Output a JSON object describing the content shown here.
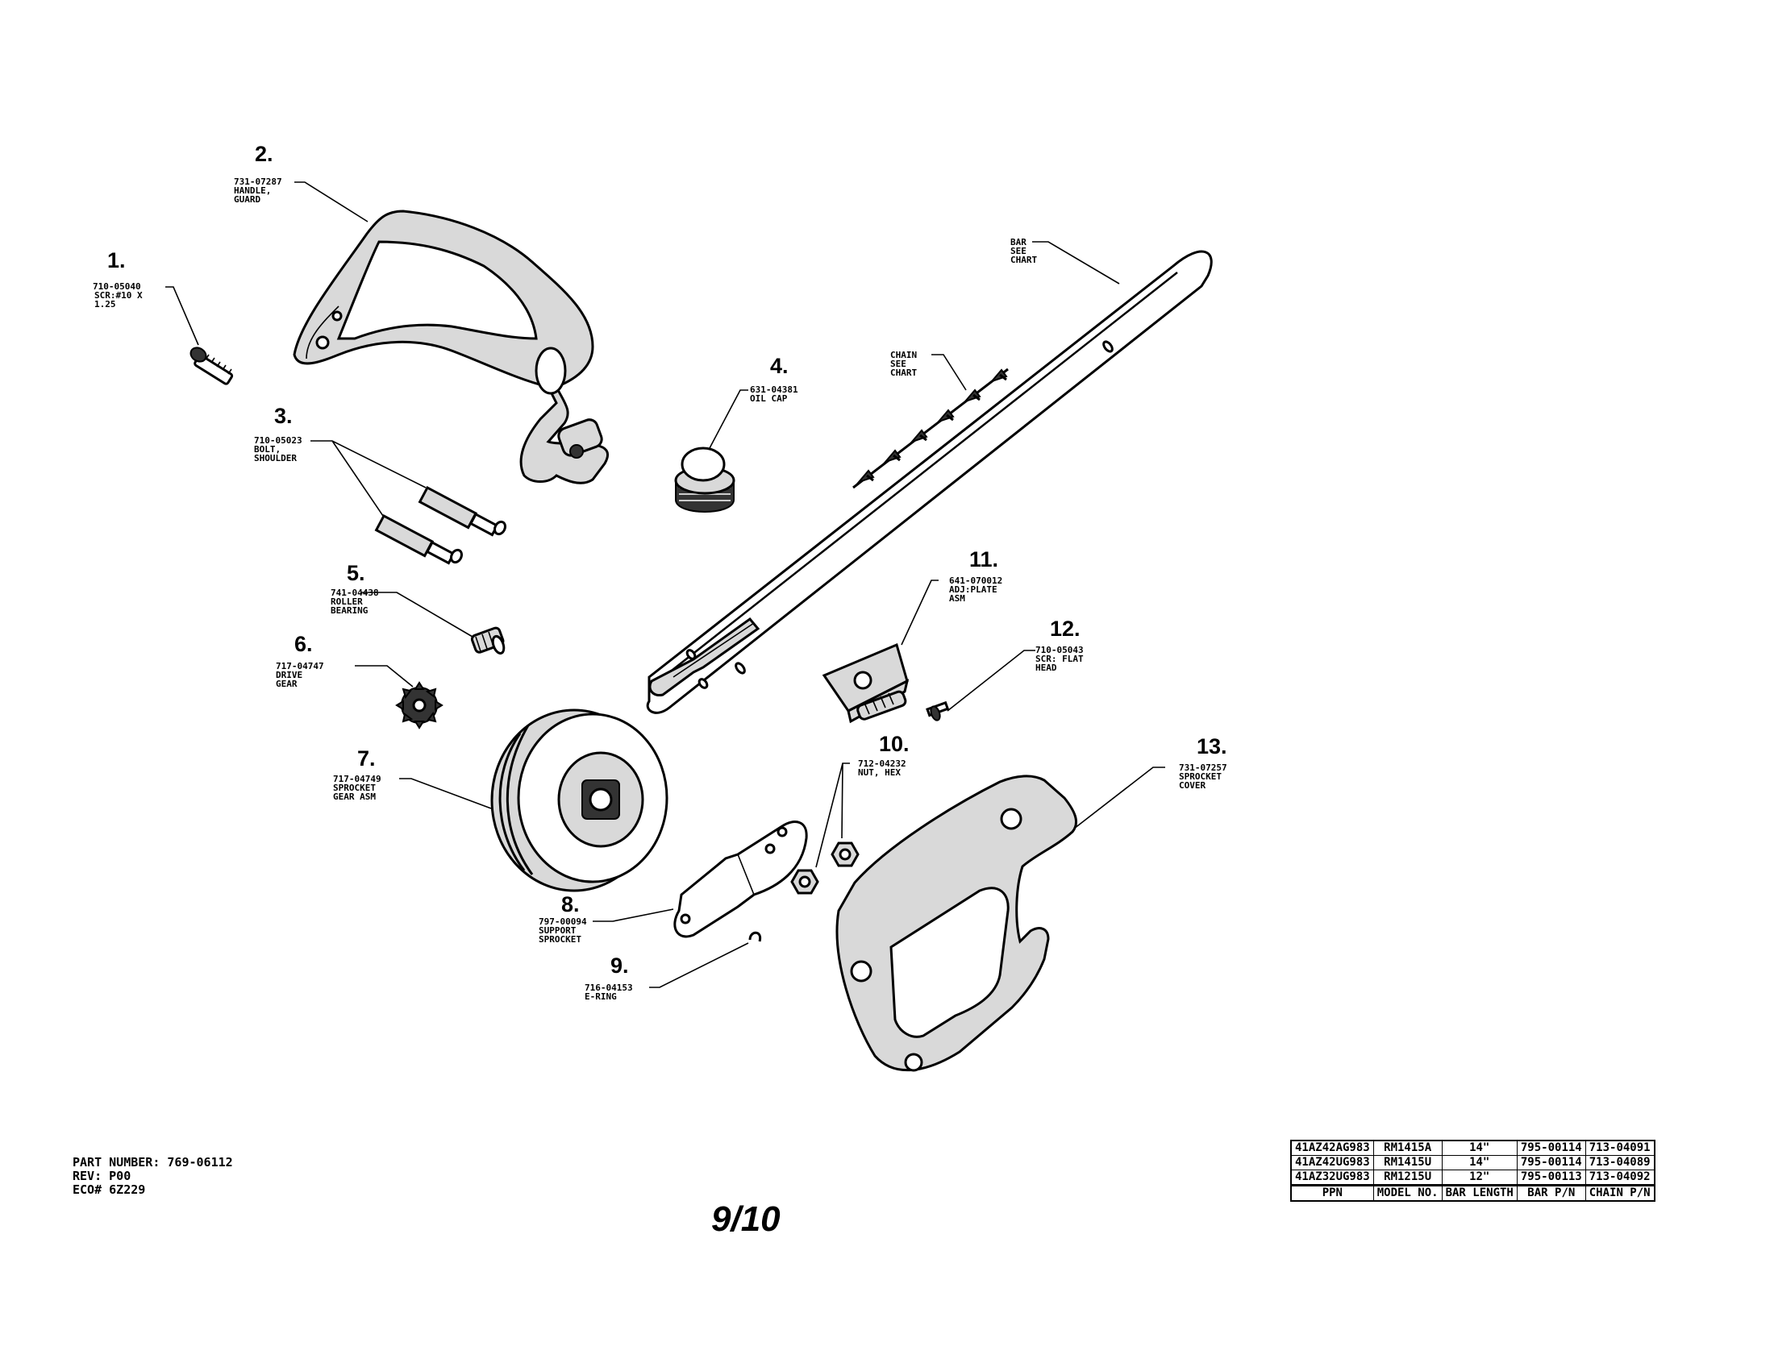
{
  "callouts": [
    {
      "number": "1.",
      "part_no": "710-05040",
      "desc1": "SCR:#10 X",
      "desc2": "1.25"
    },
    {
      "number": "2.",
      "part_no": "731-07287",
      "desc1": "HANDLE,",
      "desc2": "GUARD"
    },
    {
      "number": "3.",
      "part_no": "710-05023",
      "desc1": "BOLT,",
      "desc2": "SHOULDER"
    },
    {
      "number": "4.",
      "part_no": "631-04381",
      "desc1": "OIL CAP",
      "desc2": ""
    },
    {
      "number": "5.",
      "part_no": "741-04438",
      "desc1": "ROLLER",
      "desc2": "BEARING"
    },
    {
      "number": "6.",
      "part_no": "717-04747",
      "desc1": "DRIVE",
      "desc2": "GEAR"
    },
    {
      "number": "7.",
      "part_no": "717-04749",
      "desc1": "SPROCKET",
      "desc2": "GEAR ASM"
    },
    {
      "number": "8.",
      "part_no": "797-00094",
      "desc1": "SUPPORT",
      "desc2": "SPROCKET"
    },
    {
      "number": "9.",
      "part_no": "716-04153",
      "desc1": "E-RING",
      "desc2": ""
    },
    {
      "number": "10.",
      "part_no": "712-04232",
      "desc1": "NUT, HEX",
      "desc2": ""
    },
    {
      "number": "11.",
      "part_no": "641-070012",
      "desc1": "ADJ:PLATE",
      "desc2": "ASM"
    },
    {
      "number": "12.",
      "part_no": "710-05043",
      "desc1": "SCR: FLAT",
      "desc2": "HEAD"
    },
    {
      "number": "13.",
      "part_no": "731-07257",
      "desc1": "SPROCKET",
      "desc2": "COVER"
    }
  ],
  "bar_label": [
    "BAR",
    "SEE",
    "CHART"
  ],
  "chain_label": [
    "CHAIN",
    "SEE",
    "CHART"
  ],
  "footer": {
    "part_number": "PART NUMBER: 769-06112",
    "rev": "REV: P00",
    "eco": "ECO# 6Z229",
    "page": "9/10"
  },
  "table": {
    "headers": [
      "PPN",
      "MODEL NO.",
      "BAR LENGTH",
      "BAR P/N",
      "CHAIN P/N"
    ],
    "rows": [
      [
        "41AZ42AG983",
        "RM1415A",
        "14\"",
        "795-00114",
        "713-04091"
      ],
      [
        "41AZ42UG983",
        "RM1415U",
        "14\"",
        "795-00114",
        "713-04089"
      ],
      [
        "41AZ32UG983",
        "RM1215U",
        "12\"",
        "795-00113",
        "713-04092"
      ]
    ]
  }
}
